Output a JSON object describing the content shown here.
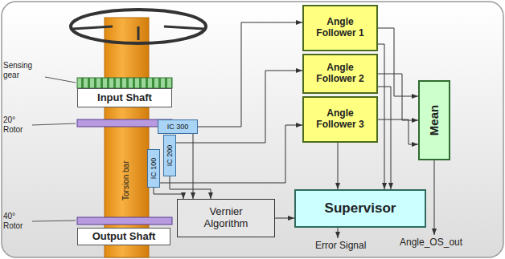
{
  "diagram": {
    "nodes": [
      {
        "text": [
          "Input Shaft"
        ]
      },
      {
        "text": [
          "Output Shaft"
        ]
      },
      {
        "text": [
          "IC 300"
        ]
      },
      {
        "text": [
          "IC 100"
        ]
      },
      {
        "text": [
          "IC 200"
        ]
      },
      {
        "text": [
          "Angle Follower 1"
        ]
      },
      {
        "text": [
          "Angle Follower 2"
        ]
      },
      {
        "text": [
          "Angle Follower 3"
        ]
      },
      {
        "text": [
          "Mean"
        ]
      },
      {
        "text": [
          "Vernier Algorithm"
        ]
      },
      {
        "text": [
          "Supervisor"
        ]
      }
    ],
    "edges": [
      {
        "from": 2,
        "to": 5,
        "arrow": "to"
      },
      {
        "from": 4,
        "to": 6,
        "arrow": "to"
      },
      {
        "from": 3,
        "to": 7,
        "arrow": "to"
      },
      {
        "from": 2,
        "to": 9,
        "arrow": "to"
      },
      {
        "from": 4,
        "to": 9,
        "arrow": "to"
      },
      {
        "from": 3,
        "to": 9,
        "arrow": "to"
      },
      {
        "from": 9,
        "to": 10,
        "arrow": "to"
      },
      {
        "from": 5,
        "to": 8,
        "arrow": "to"
      },
      {
        "from": 6,
        "to": 8,
        "arrow": "to"
      },
      {
        "from": 7,
        "to": 8,
        "arrow": "to"
      },
      {
        "from": 5,
        "to": 10,
        "arrow": "to"
      },
      {
        "from": 6,
        "to": 10,
        "arrow": "to"
      },
      {
        "from": 7,
        "to": 10,
        "arrow": "to"
      }
    ],
    "labels": [
      "Sensing gear",
      "20° Rotor",
      "40° Rotor",
      "Torsion bar",
      "Error Signal",
      "Angle_OS_out"
    ]
  }
}
